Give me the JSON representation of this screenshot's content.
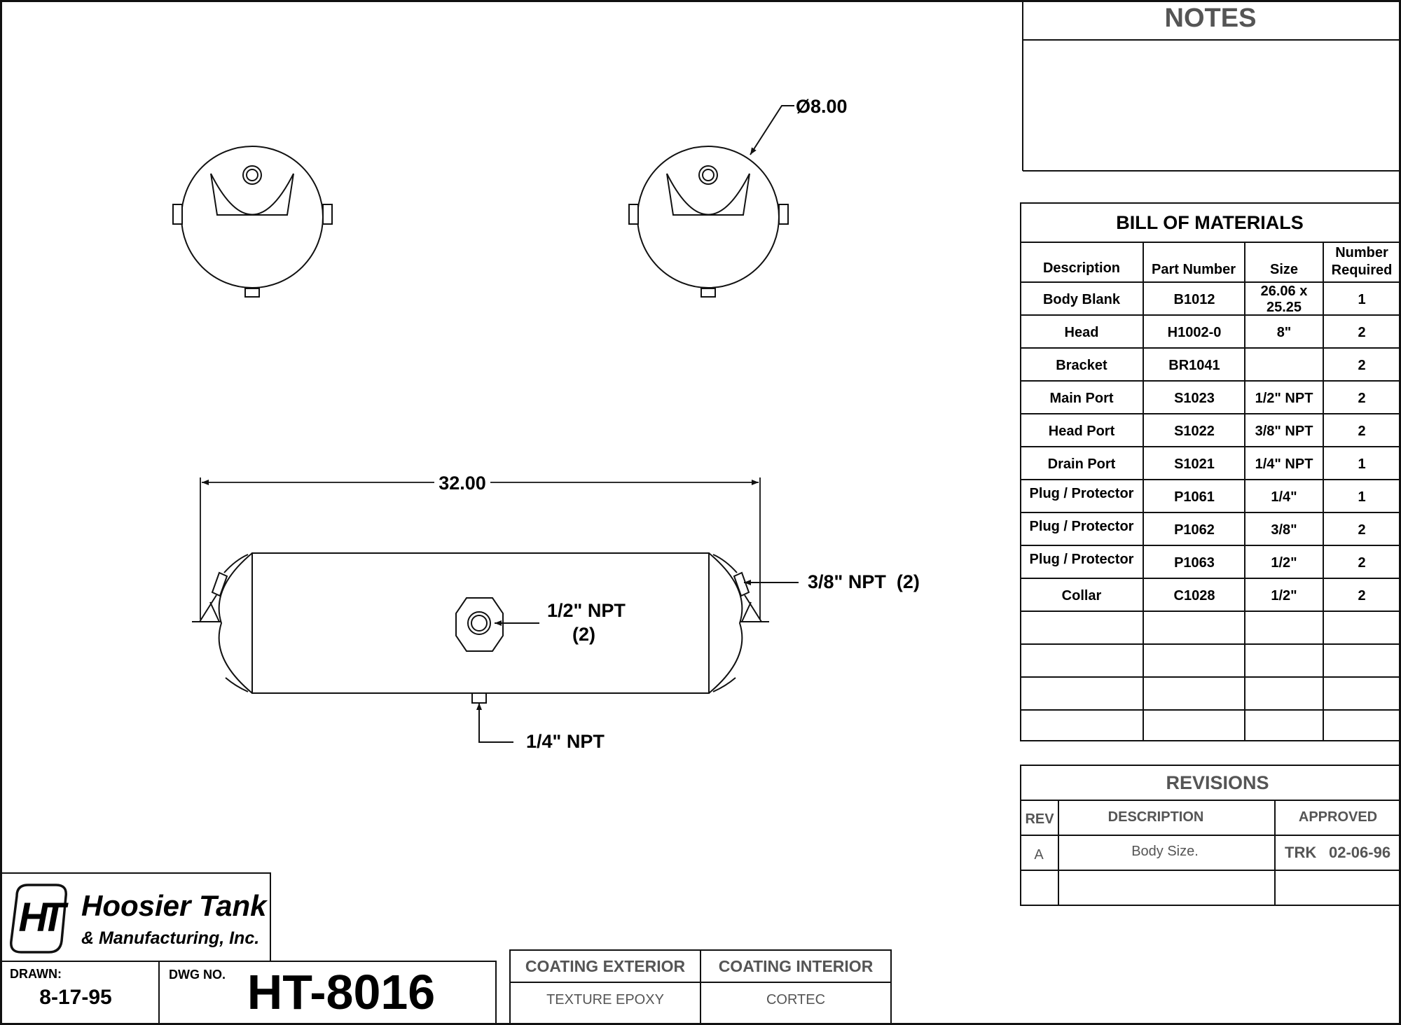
{
  "drawing": {
    "diameter_label": "Ø8.00",
    "length_label": "32.00",
    "callouts": {
      "side_port": "3/8\" NPT  (2)",
      "main_port_line1": "1/2\" NPT",
      "main_port_line2": "(2)",
      "drain_port": "1/4\" NPT"
    }
  },
  "notes": {
    "title": "NOTES"
  },
  "bom": {
    "title": "BILL OF MATERIALS",
    "headers": {
      "description": "Description",
      "part_number": "Part Number",
      "size": "Size",
      "number_required_1": "Number",
      "number_required_2": "Required"
    },
    "rows": [
      {
        "desc": "Body Blank",
        "part": "B1012",
        "size": "26.06 x",
        "size2": "25.25",
        "qty": "1"
      },
      {
        "desc": "Head",
        "part": "H1002-0",
        "size": "8\"",
        "size2": "",
        "qty": "2"
      },
      {
        "desc": "Bracket",
        "part": "BR1041",
        "size": "",
        "size2": "",
        "qty": "2"
      },
      {
        "desc": "Main Port",
        "part": "S1023",
        "size": "1/2\" NPT",
        "size2": "",
        "qty": "2"
      },
      {
        "desc": "Head Port",
        "part": "S1022",
        "size": "3/8\" NPT",
        "size2": "",
        "qty": "2"
      },
      {
        "desc": "Drain Port",
        "part": "S1021",
        "size": "1/4\" NPT",
        "size2": "",
        "qty": "1"
      },
      {
        "desc": "Plug / Protector",
        "part": "P1061",
        "size": "1/4\"",
        "size2": "",
        "qty": "1"
      },
      {
        "desc": "Plug / Protector",
        "part": "P1062",
        "size": "3/8\"",
        "size2": "",
        "qty": "2"
      },
      {
        "desc": "Plug / Protector",
        "part": "P1063",
        "size": "1/2\"",
        "size2": "",
        "qty": "2"
      },
      {
        "desc": "Collar",
        "part": "C1028",
        "size": "1/2\"",
        "size2": "",
        "qty": "2"
      }
    ]
  },
  "revisions": {
    "title": "REVISIONS",
    "headers": {
      "rev": "REV",
      "description": "DESCRIPTION",
      "approved": "APPROVED"
    },
    "rows": [
      {
        "rev": "A",
        "description": "Body Size.",
        "approved_by": "TRK",
        "approved_date": "02-06-96"
      }
    ]
  },
  "title_block": {
    "logo_letters": "HT",
    "company_line1": "Hoosier Tank",
    "company_line2": "& Manufacturing, Inc.",
    "drawn_label": "DRAWN:",
    "drawn_value": "8-17-95",
    "dwg_label": "DWG NO.",
    "dwg_value": "HT-8016"
  },
  "coating": {
    "exterior_label": "COATING EXTERIOR",
    "interior_label": "COATING INTERIOR",
    "exterior_value": "TEXTURE EPOXY",
    "interior_value": "CORTEC"
  }
}
